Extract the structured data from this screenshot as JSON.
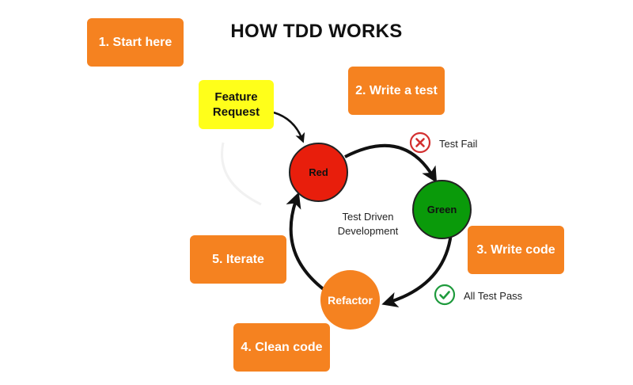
{
  "title": "HOW TDD WORKS",
  "steps": {
    "start": "1. Start here",
    "write_test": "2. Write a test",
    "write_code": "3. Write code",
    "clean_code": "4. Clean code",
    "iterate": "5. Iterate"
  },
  "feature_request": "Feature Request",
  "nodes": {
    "red": "Red",
    "green": "Green",
    "refactor": "Refactor"
  },
  "center_label": "Test Driven Development",
  "status": {
    "fail": "Test Fail",
    "pass": "All Test Pass"
  },
  "colors": {
    "step_orange": "#f58220",
    "feature_yellow": "#ffff1a",
    "red_node": "#e81e0c",
    "green_node": "#0a9a0a",
    "refactor_node": "#f58220",
    "fail_icon": "#d32f2f",
    "pass_icon": "#1e9a3c"
  }
}
